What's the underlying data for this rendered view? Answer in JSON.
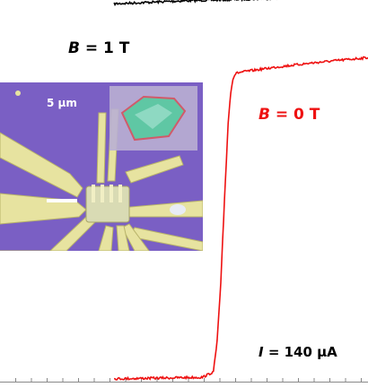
{
  "labels": {
    "b1": {
      "var": "B",
      "text": " = 1 T"
    },
    "b0": {
      "var": "B",
      "text": " = 0 T"
    },
    "current": {
      "var": "I",
      "text": " = 140 µA"
    }
  },
  "inset": {
    "scalebar": "5 µm"
  },
  "chart_data": {
    "type": "line",
    "xlim": [
      0,
      100
    ],
    "ylim": [
      0,
      100
    ],
    "colors": {
      "b1": "#000000",
      "b0": "#ee1111"
    },
    "series": [
      {
        "key": "b1",
        "x": [
          31,
          50,
          70,
          100
        ],
        "y": [
          99,
          99.8,
          100.3,
          101.2
        ]
      },
      {
        "key": "b0",
        "x": [
          31,
          55,
          58,
          59,
          60,
          61,
          62,
          62.7,
          63.3,
          64,
          65,
          67,
          75,
          85,
          100
        ],
        "y": [
          1.2,
          1.6,
          3,
          11,
          26,
          48,
          68,
          76,
          79.5,
          80.8,
          81.1,
          81.4,
          82.5,
          83.6,
          85
        ]
      }
    ]
  }
}
